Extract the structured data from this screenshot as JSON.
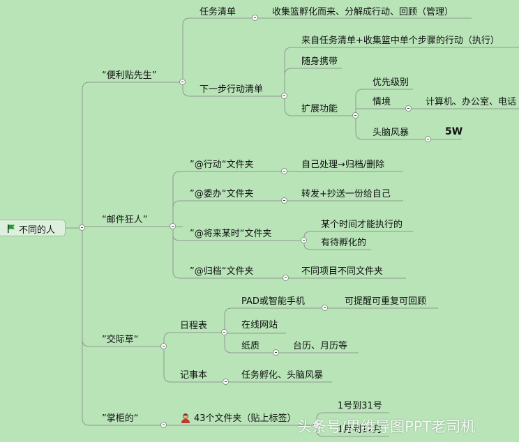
{
  "root": {
    "label": "不同的人"
  },
  "branches": {
    "b1": {
      "label": "“便利贴先生”",
      "c1": {
        "label": "任务清单",
        "leaf": "收集篮孵化而来、分解成行动、回顾（管理）"
      },
      "c2": {
        "label": "下一步行动清单",
        "g1": "来自任务清单+收集篮中单个步骤的行动（执行）",
        "g2": "随身携带",
        "g3": {
          "label": "扩展功能",
          "h1": "优先级别",
          "h2": {
            "label": "情境",
            "leaf": "计算机、办公室、电话"
          },
          "h3": {
            "label": "头脑风暴",
            "leaf": "5W"
          }
        }
      }
    },
    "b2": {
      "label": "“邮件狂人”",
      "c1": {
        "label": "”@行动“文件夹",
        "leaf": "自己处理→归档/删除"
      },
      "c2": {
        "label": "”@委办“文件夹",
        "leaf": "转发+抄送一份给自己"
      },
      "c3": {
        "label": "”@将来某时“文件夹",
        "leaf1": "某个时间才能执行的",
        "leaf2": "有待孵化的"
      },
      "c4": {
        "label": "”@归档“文件夹",
        "leaf": "不同项目不同文件夹"
      }
    },
    "b3": {
      "label": "”交际草“",
      "c1": {
        "label": "日程表",
        "g1": {
          "label": "PAD或智能手机",
          "leaf": "可提醒可重复可回顾"
        },
        "g2": "在线网站",
        "g3": {
          "label": "纸质",
          "leaf": "台历、月历等"
        }
      },
      "c2": {
        "label": "记事本",
        "leaf": "任务孵化、头脑风暴"
      }
    },
    "b4": {
      "label": "”掌柜的“",
      "c1": {
        "label": "43个文件夹（贴上标签）",
        "g1": "1号到31号",
        "g2": "1月到12月"
      }
    }
  },
  "watermark": "头条号/思维导图PPT老司机",
  "colors": {
    "background": "#b8e4b8",
    "line": "#8f9a8f",
    "root_fill": "#ddf0dd",
    "flag": "#1e9e2e"
  },
  "icons": {
    "root": "flag-icon",
    "b4_child": "person-icon",
    "toggle": "collapse-toggle-icon"
  }
}
